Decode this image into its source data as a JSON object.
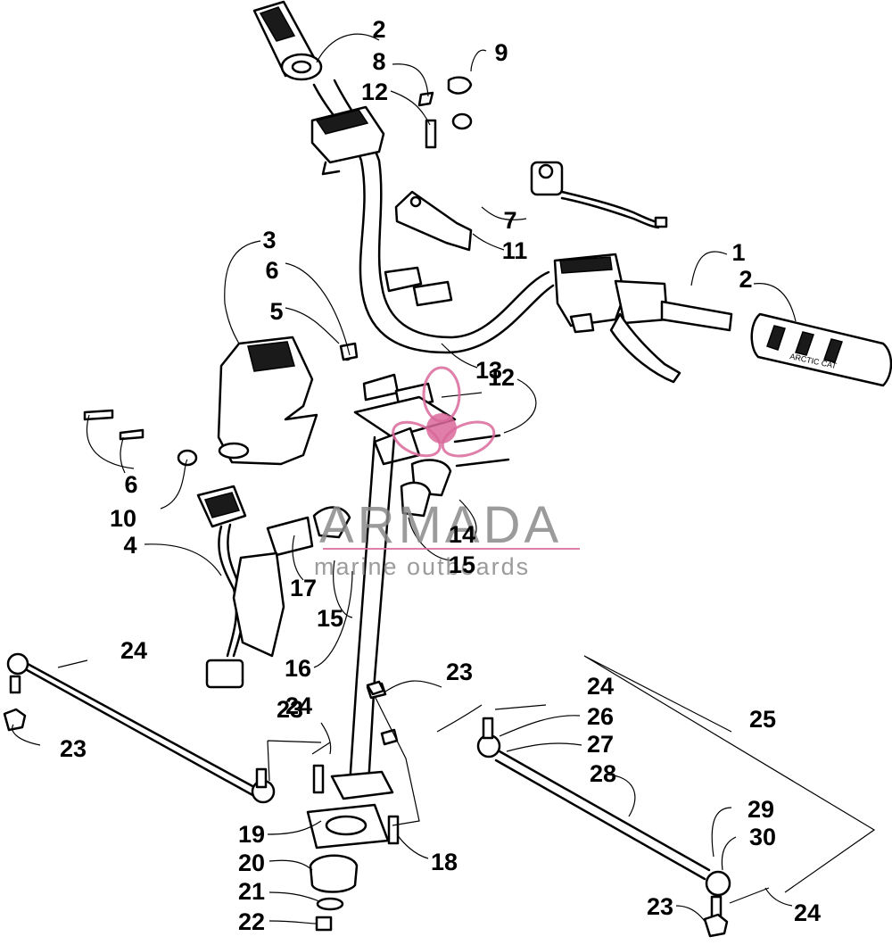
{
  "callouts": [
    {
      "label": "1"
    },
    {
      "label": "2"
    },
    {
      "label": "2"
    },
    {
      "label": "3"
    },
    {
      "label": "4"
    },
    {
      "label": "5"
    },
    {
      "label": "6"
    },
    {
      "label": "6"
    },
    {
      "label": "7"
    },
    {
      "label": "8"
    },
    {
      "label": "9"
    },
    {
      "label": "10"
    },
    {
      "label": "11"
    },
    {
      "label": "12"
    },
    {
      "label": "12"
    },
    {
      "label": "13"
    },
    {
      "label": "14"
    },
    {
      "label": "15"
    },
    {
      "label": "15"
    },
    {
      "label": "16"
    },
    {
      "label": "17"
    },
    {
      "label": "18"
    },
    {
      "label": "19"
    },
    {
      "label": "20"
    },
    {
      "label": "21"
    },
    {
      "label": "22"
    },
    {
      "label": "23"
    },
    {
      "label": "23"
    },
    {
      "label": "23"
    },
    {
      "label": "23"
    },
    {
      "label": "24"
    },
    {
      "label": "24"
    },
    {
      "label": "24"
    },
    {
      "label": "24"
    },
    {
      "label": "25"
    },
    {
      "label": "26"
    },
    {
      "label": "27"
    },
    {
      "label": "28"
    },
    {
      "label": "29"
    },
    {
      "label": "30"
    }
  ],
  "watermark": {
    "title": "ARMADA",
    "subtitle": "marine outboards",
    "accent_color": "#d9689b"
  },
  "grip_branding": "ARCTIC CAT"
}
